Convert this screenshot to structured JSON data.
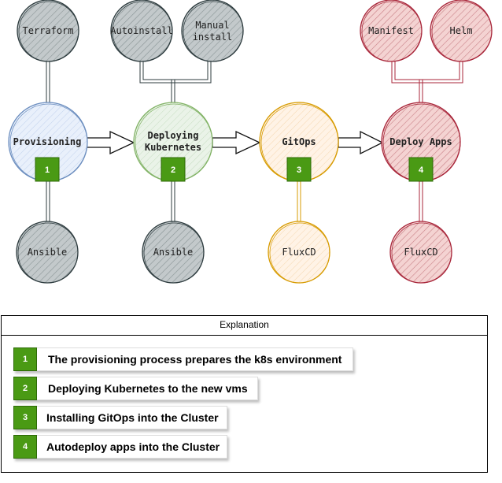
{
  "diagram": {
    "top_nodes": {
      "terraform": "Terraform",
      "autoinstall": "Autoinstall",
      "manual_install_line1": "Manual",
      "manual_install_line2": "install",
      "manifest": "Manifest",
      "helm": "Helm"
    },
    "stages": {
      "provisioning": "Provisioning",
      "deploying_line1": "Deploying",
      "deploying_line2": "Kubernetes",
      "gitops": "GitOps",
      "deploy_apps": "Deploy Apps"
    },
    "bottom_nodes": {
      "ansible_1": "Ansible",
      "ansible_2": "Ansible",
      "fluxcd_1": "FluxCD",
      "fluxcd_2": "FluxCD"
    },
    "step_numbers": [
      "1",
      "2",
      "3",
      "4"
    ],
    "colors": {
      "gray_fill": "#dfe4e3",
      "gray_stroke": "#2d3b3e",
      "blue_fill": "#dae8fc",
      "blue_stroke": "#6c8ebf",
      "green_fill": "#d5e8d4",
      "green_stroke": "#82b366",
      "orange_fill": "#ffe6cc",
      "orange_stroke": "#d79b00",
      "red_fill": "#f8cecc",
      "red_stroke": "#a8263a",
      "badge_green": "#4a9a14"
    }
  },
  "legend": {
    "title": "Explanation",
    "items": [
      {
        "number": "1",
        "text": "The provisioning process prepares the k8s environment"
      },
      {
        "number": "2",
        "text": "Deploying Kubernetes to the new vms"
      },
      {
        "number": "3",
        "text": "Installing GitOps into the Cluster"
      },
      {
        "number": "4",
        "text": "Autodeploy apps into the Cluster"
      }
    ]
  }
}
